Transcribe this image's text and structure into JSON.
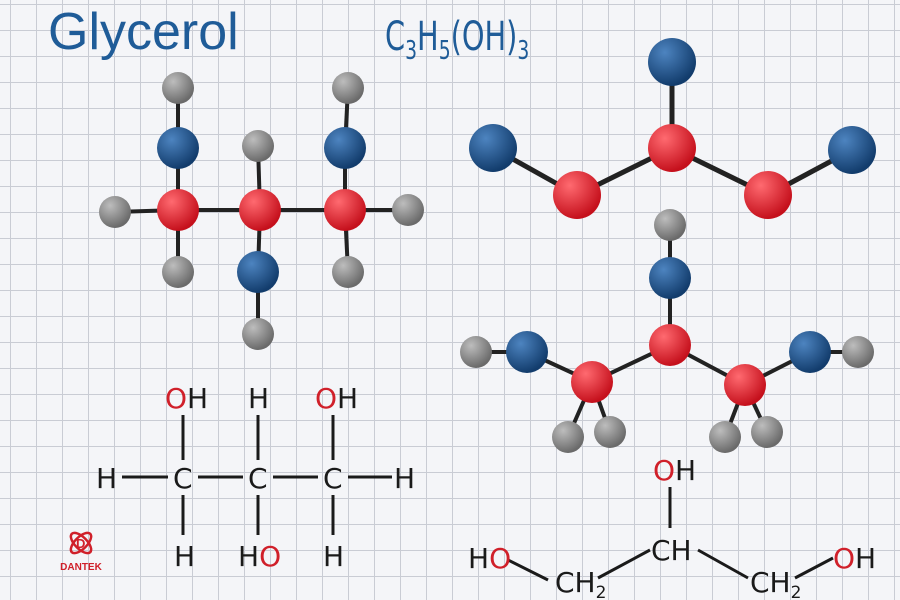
{
  "title": "Glycerol",
  "formula": {
    "parts": [
      "C",
      "3",
      "H",
      "5",
      "(OH)",
      "3"
    ]
  },
  "colors": {
    "title": "#1f5c98",
    "carbon_like_blue": "#1d4f86",
    "red_atom": "#e0212e",
    "hydrogen": "#8d8d8d",
    "oxygen_text": "#d0202a"
  },
  "structural": {
    "OH": "OH",
    "HO": "HO",
    "H": "H",
    "C": "C",
    "O": "O"
  },
  "condensed": {
    "HO": "HO",
    "OH": "OH",
    "CH": "CH",
    "CH2": "CH",
    "sub2": "2"
  },
  "logo": {
    "text": "DANTEK"
  }
}
